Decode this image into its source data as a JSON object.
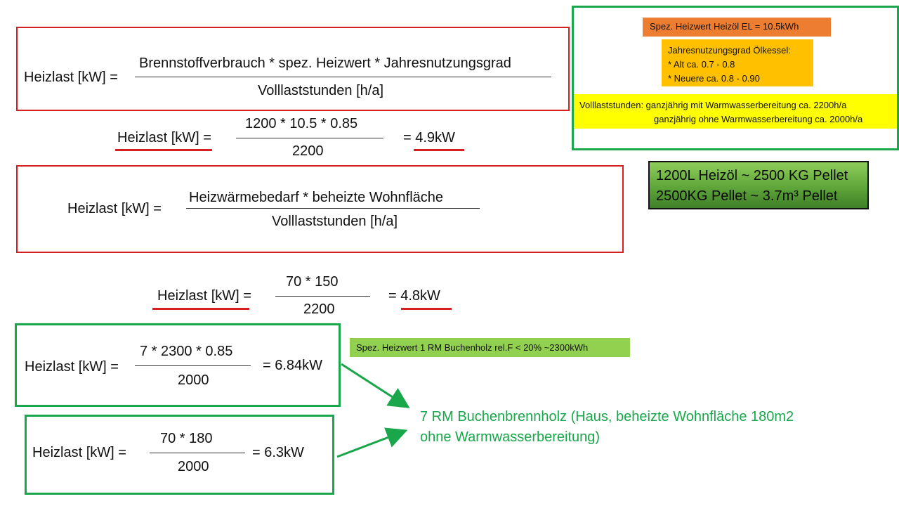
{
  "formula1": {
    "lhs": "Heizlast [kW] =",
    "numerator": "Brennstoffverbrauch * spez. Heizwert * Jahresnutzungsgrad",
    "denominator": "Volllaststunden [h/a]"
  },
  "calc1": {
    "lhs": "Heizlast [kW] =",
    "numerator": "1200 * 10.5 * 0.85",
    "denominator": "2200",
    "result": "=  4.9kW"
  },
  "formula2": {
    "lhs": "Heizlast [kW] =",
    "numerator": "Heizwärmebedarf * beheizte Wohnfläche",
    "denominator": "Volllaststunden [h/a]"
  },
  "calc2": {
    "lhs": "Heizlast [kW] =",
    "numerator": "70 * 150",
    "denominator": "2200",
    "result": "=  4.8kW"
  },
  "calc3": {
    "lhs": "Heizlast [kW] =",
    "numerator": "7 * 2300  * 0.85",
    "denominator": "2000",
    "result": "=  6.84kW"
  },
  "calc4": {
    "lhs": "Heizlast [kW] =",
    "numerator": "70 * 180",
    "denominator": "2000",
    "result": "=  6.3kW"
  },
  "info": {
    "heizwert_heizoel": "Spez. Heizwert Heizöl EL  =  10.5kWh",
    "jnz_title": "Jahresnutzungsgrad Ölkessel:",
    "jnz_alt": "* Alt   ca. 0.7 -  0.8",
    "jnz_neu": "* Neuere  ca. 0.8 -  0.90",
    "vls_line1": "Volllaststunden: ganzjährig mit Warmwasserbereitung ca. 2200h/a",
    "vls_line2": "ganzjährig ohne  Warmwasserbereitung ca. 2000h/a"
  },
  "pellet": {
    "line1": "1200L Heizöl ~ 2500 KG Pellet",
    "line2": "2500KG Pellet ~  3.7m³ Pellet"
  },
  "buchenholz_note": "Spez. Heizwert 1 RM Buchenholz rel.F < 20%  ~2300kWh",
  "conclusion": {
    "line1": "7 RM Buchenbrennholz (Haus, beheizte Wohnfläche 180m2",
    "line2": "ohne Warmwasserbereitung)"
  },
  "colors": {
    "red": "#d42020",
    "green": "#1aa64a",
    "orange": "#ed7d31",
    "amber": "#ffc000",
    "yellow": "#ffff00",
    "lightgreen": "#92d050"
  }
}
